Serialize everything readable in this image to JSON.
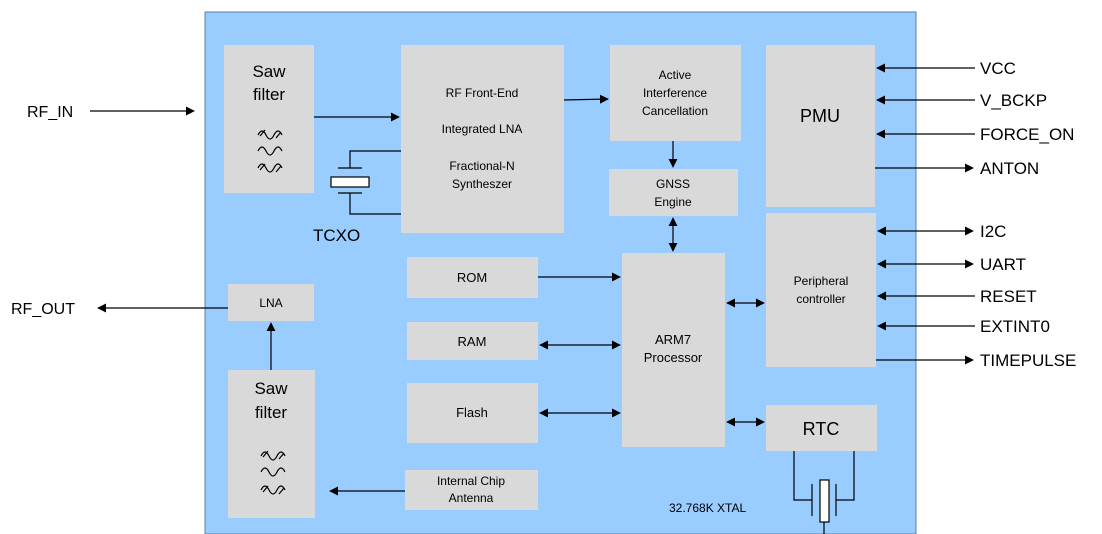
{
  "blocks": {
    "saw_top": [
      "Saw",
      "filter"
    ],
    "rf_frontend": [
      "RF Front-End",
      "Integrated LNA",
      "Fractional-N",
      "Syntheszer"
    ],
    "aic": [
      "Active",
      "Interference",
      "Cancellation"
    ],
    "pmu": "PMU",
    "gnss": [
      "GNSS",
      "Engine"
    ],
    "tcxo": "TCXO",
    "rom": "ROM",
    "ram": "RAM",
    "flash": "Flash",
    "arm": [
      "ARM7",
      "Processor"
    ],
    "peripheral": [
      "Peripheral",
      "controller"
    ],
    "rtc": "RTC",
    "lna": "LNA",
    "saw_bottom": [
      "Saw",
      "filter"
    ],
    "antenna": [
      "Internal  Chip",
      "Antenna"
    ],
    "xtal": "32.768K XTAL"
  },
  "ports": {
    "rf_in": "RF_IN",
    "rf_out": "RF_OUT",
    "right": [
      "VCC",
      "V_BCKP",
      "FORCE_ON",
      "ANTON",
      "I2C",
      "UART",
      "RESET",
      "EXTINT0",
      "TIMEPULSE"
    ]
  },
  "colors": {
    "board": "#99ccff",
    "block": "#d9d9d9"
  }
}
